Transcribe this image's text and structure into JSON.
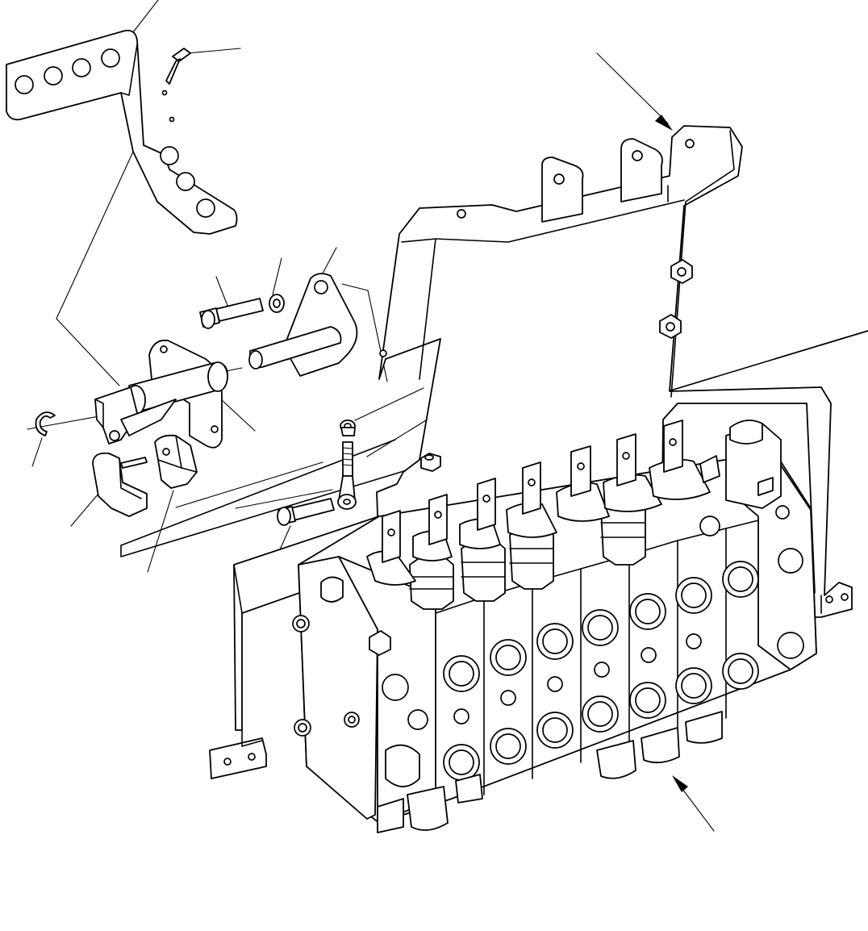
{
  "figure": {
    "kind": "exploded-parts-illustration",
    "line_color": "#000000",
    "background": "#ffffff",
    "labels": []
  },
  "components": [
    {
      "name": "pedal-plate",
      "icon": "pedal-plate-icon"
    },
    {
      "name": "mounting-frame",
      "icon": "frame-icon"
    },
    {
      "name": "control-valve-block",
      "icon": "valve-block-icon",
      "spools": 7
    },
    {
      "name": "pivot-shaft",
      "icon": "shaft-icon"
    },
    {
      "name": "pivot-bracket",
      "icon": "bracket-icon"
    },
    {
      "name": "clevis",
      "icon": "clevis-icon"
    },
    {
      "name": "pedal-cover",
      "icon": "cover-icon"
    },
    {
      "name": "circlip",
      "icon": "circlip-icon"
    },
    {
      "name": "bolt",
      "icon": "bolt-icon"
    },
    {
      "name": "washer",
      "icon": "washer-icon"
    },
    {
      "name": "nut",
      "icon": "nut-icon"
    },
    {
      "name": "tie-rod",
      "icon": "rod-icon"
    }
  ]
}
